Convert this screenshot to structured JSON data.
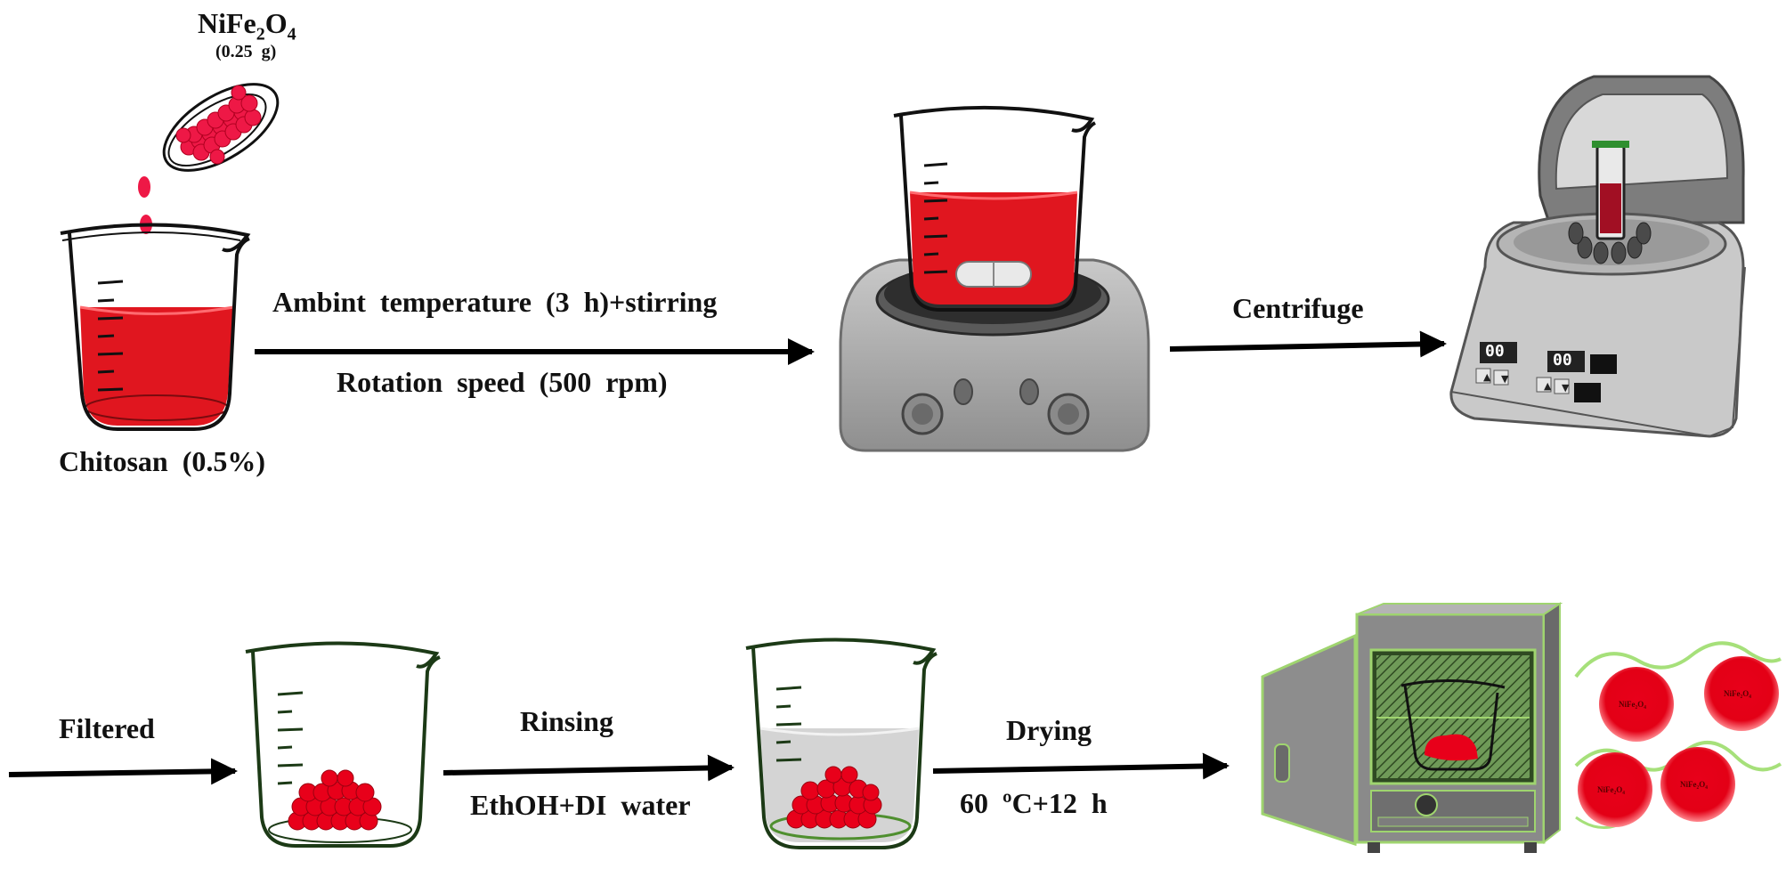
{
  "labels": {
    "nife2o4": {
      "base": "NiFe",
      "sub1": "2",
      "mid": "O",
      "sub2": "4"
    },
    "mass": "(0.25  g)",
    "chitosan": "Chitosan  (0.5%)",
    "step1_top": "Ambint  temperature  (3  h)+stirring",
    "step1_bottom": "Rotation  speed  (500  rpm)",
    "centrifuge": "Centrifuge",
    "filtered": "Filtered",
    "rinsing": "Rinsing",
    "rinse_solvent": "EthOH+DI  water",
    "drying": "Drying",
    "drying_condition": "60  ºC+12  h",
    "particle_label": "NiFe₂O₄"
  },
  "centrifuge_display": {
    "left_readout": "00",
    "right_readout": "00"
  },
  "colors": {
    "solution_red": "#e0161f",
    "particle_red": "#e8001a",
    "oven_green": "#9fd46f",
    "arrow": "#000000"
  }
}
